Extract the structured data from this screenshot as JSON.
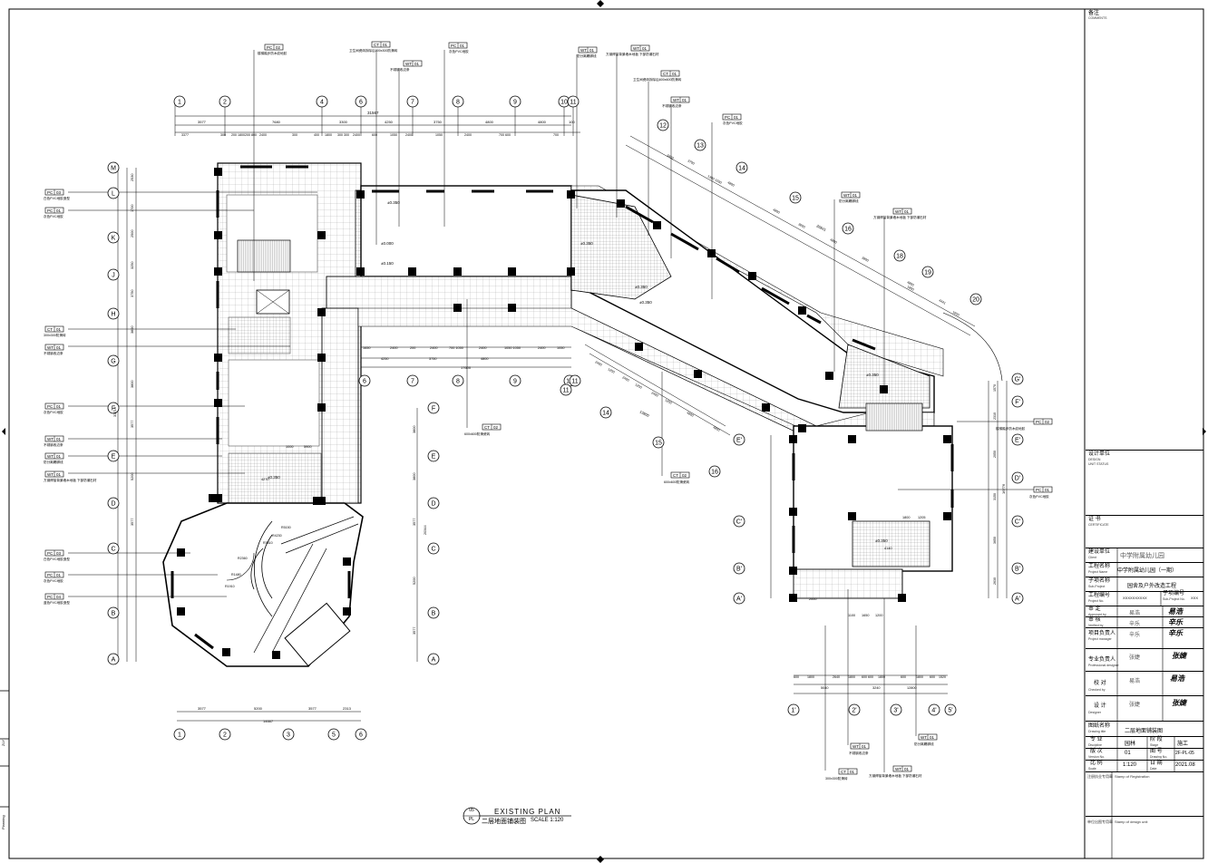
{
  "drawing": {
    "title_en": "EXISTING PLAN",
    "title_cn": "二层地面铺装图",
    "scale_label": "SCALE 1:120",
    "sheet_no": "05",
    "sheet_code": "PL"
  },
  "grid": {
    "top_cols": [
      "1",
      "2",
      "4",
      "6",
      "7",
      "8",
      "9",
      "10",
      "11"
    ],
    "bottom_cols": [
      "1",
      "2",
      "3",
      "5",
      "6"
    ],
    "mid_cols": [
      "6",
      "7",
      "8",
      "9",
      "10",
      "11"
    ],
    "rows_left": [
      "M",
      "L",
      "K",
      "J",
      "H",
      "G",
      "F",
      "E",
      "D",
      "C",
      "B",
      "A"
    ],
    "rows_mid": [
      "F",
      "E",
      "D",
      "C",
      "B",
      "A"
    ],
    "diag_cols": [
      "12",
      "13",
      "14",
      "15",
      "16",
      "18",
      "19",
      "20"
    ],
    "lower_diag": [
      "11",
      "14",
      "15",
      "16"
    ],
    "right_rows": [
      "G'",
      "F'",
      "E'",
      "D'",
      "C'",
      "B'",
      "A'"
    ],
    "right_left_rows": [
      "E'",
      "C'",
      "B'",
      "A'"
    ],
    "bottom_right_cols": [
      "1'",
      "2'",
      "3'",
      "4'",
      "5'"
    ],
    "rotated_18": "18"
  },
  "dims": {
    "top_total": "31567",
    "top_row1": [
      "3577",
      "7680",
      "3300",
      "4250",
      "3750",
      "4800",
      "4800",
      "100"
    ],
    "top_row2": [
      "3377",
      "300",
      "200 1800",
      "200 800",
      "2400",
      "300",
      "400",
      "1800",
      "300 300",
      "2400",
      "600",
      "1050",
      "2400",
      "1050",
      "2400",
      "700 600",
      "700"
    ],
    "mid_row": [
      "1650",
      "2400",
      "200",
      "2400",
      "700 1050",
      "2400",
      "1050 1050",
      "2400",
      "1050"
    ],
    "mid_row2": [
      "4250",
      "3750",
      "4800"
    ],
    "mid_total": "17600",
    "bottom_row": [
      "3577",
      "5200",
      "3577",
      "2313"
    ],
    "bottom_total": "14667",
    "left_vert": [
      "2530",
      "1700",
      "2500",
      "3250",
      "3750",
      "3800",
      "3800",
      "3577",
      "5200",
      "3577"
    ],
    "left_total": "33716",
    "mid_vert": [
      "3800",
      "3800",
      "3577",
      "5200",
      "3577",
      "20344"
    ],
    "right_bottom_row1": [
      "600",
      "1800",
      "2640",
      "1800",
      "600 600",
      "1800",
      "600",
      "1800",
      "600",
      "1520"
    ],
    "right_bottom_row2": [
      "5040",
      "3240",
      "12800"
    ],
    "right_vert": [
      "1570",
      "2310",
      "2050",
      "3150",
      "3650",
      "2630"
    ],
    "right_total": "16776",
    "diag_top": [
      "3700",
      "4800",
      "4800",
      "3600",
      "4800",
      "3800",
      "4800",
      "4441",
      "3450",
      "1300 1500",
      "1800",
      "1650"
    ],
    "diag_total": "26841",
    "diag_low": [
      "2400",
      "1250",
      "2400",
      "1250",
      "2400",
      "1250",
      "4800",
      "4800"
    ],
    "diag_low_total": "13800"
  },
  "annotations": {
    "top": [
      {
        "code": "PC",
        "no": "02",
        "text": "楼梯踏步防木纹地胶"
      },
      {
        "code": "CT",
        "no": "01",
        "text": "卫生间瓷砖拆除后300x300防滑砖"
      },
      {
        "code": "WT",
        "no": "01",
        "text": "不锈钢收边条"
      },
      {
        "code": "PC",
        "no": "01",
        "text": "灰色PVC地胶"
      },
      {
        "code": "WT",
        "no": "01",
        "text": "防分离踢脚线"
      },
      {
        "code": "WT",
        "no": "01",
        "text": "方钢焊接背景墙木地板 下部防潮石材"
      },
      {
        "code": "CT",
        "no": "01",
        "text": "卫生间瓷砖拆除后600x600防滑砖"
      },
      {
        "code": "WT",
        "no": "01",
        "text": "不锈钢收边条"
      },
      {
        "code": "PC",
        "no": "01",
        "text": "灰色PVC地胶"
      },
      {
        "code": "WT",
        "no": "01",
        "text": "防分离踢脚线"
      },
      {
        "code": "WT",
        "no": "01",
        "text": "方钢焊接背景墙木地板 下部防潮石材"
      }
    ],
    "left": [
      {
        "code": "PC",
        "no": "03",
        "text": "白色PVC地胶造型"
      },
      {
        "code": "PC",
        "no": "01",
        "text": "灰色PVC地胶"
      },
      {
        "code": "CT",
        "no": "01",
        "text": "300x300防滑砖"
      },
      {
        "code": "WT",
        "no": "01",
        "text": "不锈钢收边条"
      },
      {
        "code": "PC",
        "no": "01",
        "text": "灰色PVC地胶"
      },
      {
        "code": "WT",
        "no": "01",
        "text": "不锈钢收边条"
      },
      {
        "code": "WT",
        "no": "01",
        "text": "防分离踢脚线"
      },
      {
        "code": "WT",
        "no": "01",
        "text": "方钢焊接背景墙木地板 下部防潮石材"
      },
      {
        "code": "PC",
        "no": "03",
        "text": "白色PVC地胶造型"
      },
      {
        "code": "PC",
        "no": "01",
        "text": "灰色PVC地胶"
      },
      {
        "code": "PC",
        "no": "04",
        "text": "蓝色PVC地胶造型"
      }
    ],
    "mid": [
      {
        "code": "CT",
        "no": "02",
        "text": "600x600防滑瓷砖"
      },
      {
        "code": "CT",
        "no": "02",
        "text": "600x600防滑瓷砖"
      }
    ],
    "right": [
      {
        "code": "PC",
        "no": "02",
        "text": "楼梯踏步防木纹地胶"
      },
      {
        "code": "PC",
        "no": "01",
        "text": "灰色PVC地胶"
      }
    ],
    "bottom": [
      {
        "code": "WT",
        "no": "01",
        "text": "防分离踢脚线"
      },
      {
        "code": "WT",
        "no": "01",
        "text": "不锈钢收边条"
      },
      {
        "code": "CT",
        "no": "01",
        "text": "300x300防滑砖"
      },
      {
        "code": "WT",
        "no": "01",
        "text": "方钢焊接背景墙木地板 下部防潮石材"
      }
    ]
  },
  "levels": [
    "±0.350",
    "±0.000",
    "±0.150",
    "±0.350",
    "±0.350",
    "±0.350",
    "±0.350",
    "±0.350",
    "±0.350"
  ],
  "radii": [
    "R5150",
    "R4230",
    "R3810",
    "R2360",
    "R1480",
    "R1910"
  ],
  "room_dims": [
    "1000",
    "5900",
    "4270",
    "1800",
    "1205",
    "4140",
    "2000",
    "1100",
    "1650",
    "1200"
  ],
  "title_block": {
    "comments_cn": "备注",
    "comments_en": "COMMENTS",
    "design_unit_cn": "设计单位",
    "design_unit_en": "DESIGN",
    "design_unit_en2": "UNIT STATUS",
    "cert_cn": "证 书",
    "cert_en": "CERTIFICATE",
    "client_label": "建设单位",
    "client_label_en": "Client",
    "client_value": "中学附属幼儿园",
    "project_label": "工程名称",
    "project_label_en": "Project Name",
    "project_value": "中学附属幼儿园（一期）",
    "subproject_label": "子项名称",
    "subproject_label_en": "Sub-Project",
    "subproject_value": "园舍及户外改造工程",
    "projno_label": "工程编号",
    "projno_label_en": "Project No.",
    "projno_value": "XXXXXXXXXX",
    "subno_label": "子项编号",
    "subno_label_en": "Sub-Project No.",
    "subno_value": "XXX",
    "approved_label": "审 定",
    "approved_label_en": "Approved by",
    "approved_name": "易浩",
    "approved_sig": "易浩",
    "verified_label": "审 核",
    "verified_label_en": "Verified by",
    "verified_name": "辛乐",
    "verified_sig": "辛乐",
    "pm_label": "项目负责人",
    "pm_label_en": "Project manager",
    "pm_name": "辛乐",
    "pm_sig": "辛乐",
    "prof_label": "专业负责人",
    "prof_label_en": "Professional designer",
    "prof_name": "张婕",
    "prof_sig": "张婕",
    "checked_label": "校 对",
    "checked_label_en": "Checked by",
    "checked_name": "易浩",
    "checked_sig": "易浩",
    "design_label": "设 计",
    "design_label_en": "Designer",
    "design_name": "张婕",
    "design_sig": "张婕",
    "drawing_title_label": "图纸名称",
    "drawing_title_label_en": "Drawing title",
    "drawing_title_value": "二层地面铺装图",
    "discipline_label": "专 业",
    "discipline_label_en": "Discipline",
    "discipline_value": "园林",
    "stage_label": "阶 段",
    "stage_label_en": "Stage",
    "stage_value": "施工",
    "version_label": "版 次",
    "version_label_en": "Version No.",
    "version_value": "01",
    "drawing_no_label": "图 号",
    "drawing_no_label_en": "Drawing No.",
    "drawing_no_value": "2F-PL-05",
    "scale_label": "比 例",
    "scale_label_en": "Scale",
    "scale_value": "1:120",
    "date_label": "日 期",
    "date_label_en": "Date",
    "date_value": "2021.08",
    "reg_stamp_cn": "注册执业专用章",
    "reg_stamp_en": "Stamp of Registration",
    "unit_stamp_cn": "单位出图专用章",
    "unit_stamp_en": "Stamp of design unit"
  },
  "left_strip": {
    "label1": "ZLY",
    "label2": "Planning"
  }
}
